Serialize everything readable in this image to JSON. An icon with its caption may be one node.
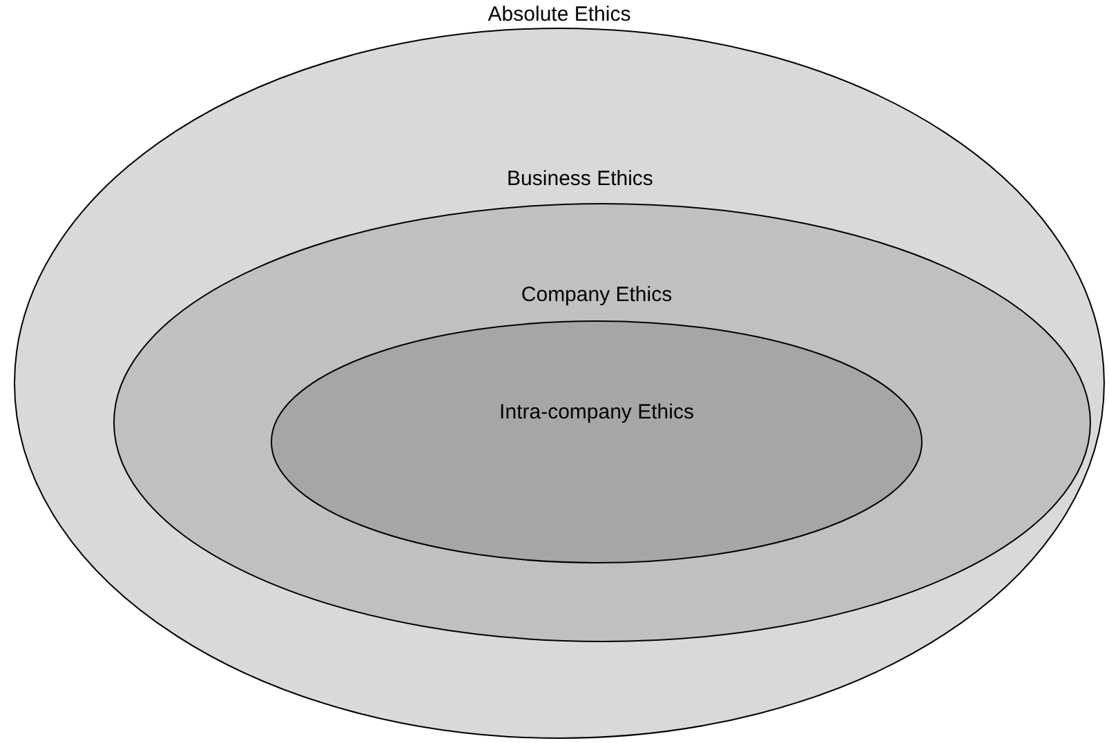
{
  "diagram": {
    "nodes": [
      {
        "text": [
          "Absolute Ethics"
        ]
      },
      {
        "text": [
          "Business Ethics"
        ],
        "in": 0
      },
      {
        "text": [
          "Company Ethics",
          "Intra-company Ethics"
        ],
        "in": 1
      }
    ]
  }
}
